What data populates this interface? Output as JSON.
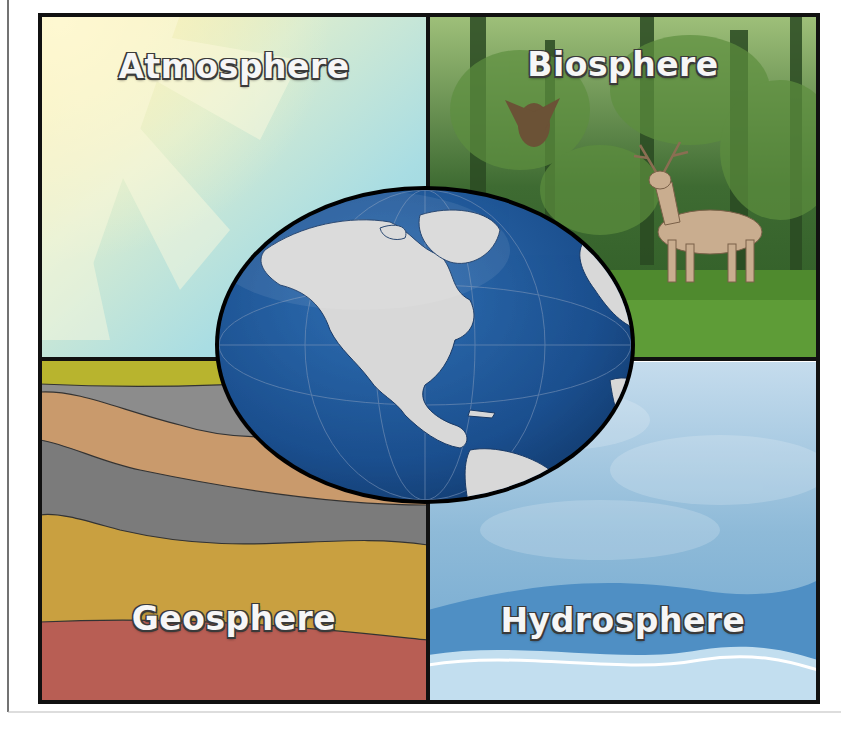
{
  "diagram": {
    "nodes": [
      {
        "text": [
          "Atmosphere"
        ]
      },
      {
        "text": [
          "Biosphere"
        ]
      },
      {
        "text": [
          "Geosphere"
        ]
      },
      {
        "text": [
          "Hydrosphere"
        ]
      }
    ]
  }
}
